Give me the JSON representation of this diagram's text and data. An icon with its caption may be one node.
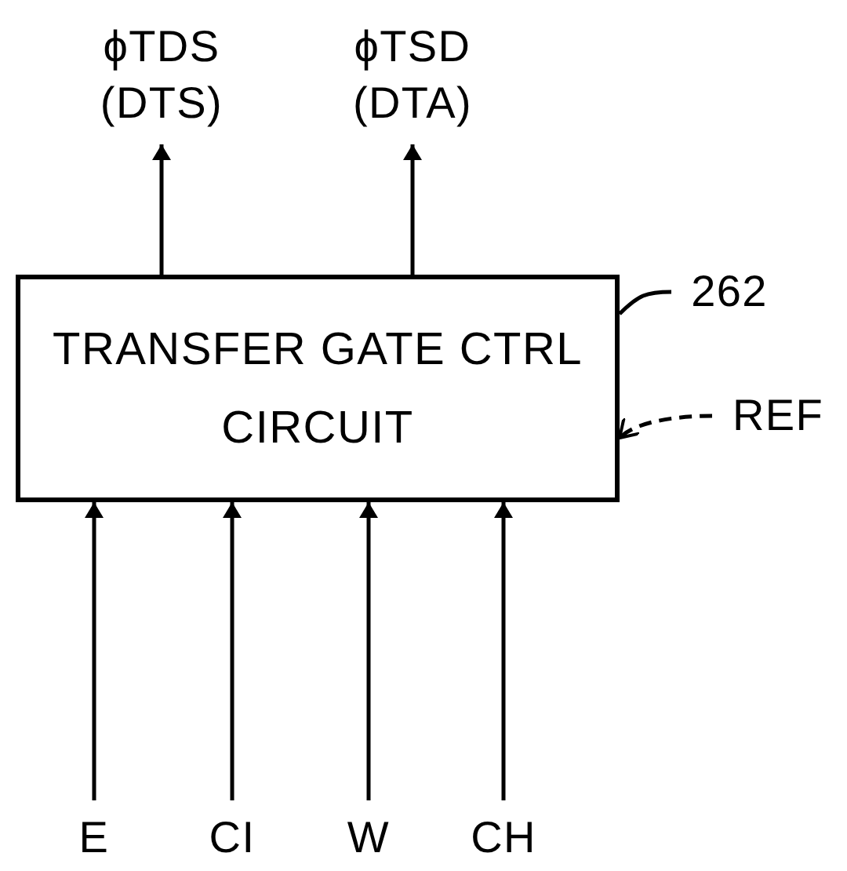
{
  "diagram": {
    "nodes": [
      {
        "text": [
          "TRANSFER GATE CTRL CIRCUIT"
        ]
      },
      {
        "text": [
          "ϕTDS",
          "(DTS)"
        ]
      },
      {
        "text": [
          "ϕTSD",
          "(DTA)"
        ]
      },
      {
        "text": [
          "REF"
        ]
      },
      {
        "text": [
          "E"
        ]
      },
      {
        "text": [
          "CI"
        ]
      },
      {
        "text": [
          "W"
        ]
      },
      {
        "text": [
          "CH"
        ]
      },
      {
        "text": [
          "262"
        ]
      }
    ],
    "edges": [
      {
        "from": 0,
        "to": 1,
        "arrow": "to"
      },
      {
        "from": 0,
        "to": 2,
        "arrow": "to"
      },
      {
        "from": 3,
        "to": 0,
        "arrow": "to",
        "style": "dashed"
      },
      {
        "from": 4,
        "to": 0,
        "arrow": "to"
      },
      {
        "from": 5,
        "to": 0,
        "arrow": "to"
      },
      {
        "from": 6,
        "to": 0,
        "arrow": "to"
      },
      {
        "from": 7,
        "to": 0,
        "arrow": "to"
      },
      {
        "from": 8,
        "to": 0,
        "arrow": "none"
      }
    ]
  }
}
